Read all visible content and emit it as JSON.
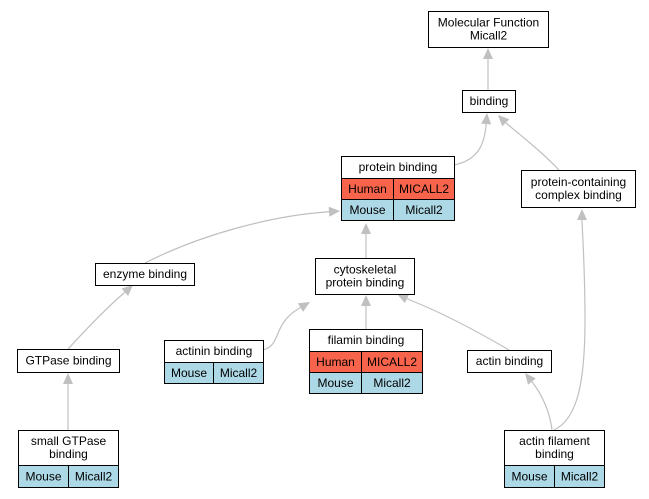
{
  "colors": {
    "human_cell": "#f8634b",
    "mouse_cell": "#add8e6",
    "edge": "#c0c0c0",
    "border": "#000000"
  },
  "nodes": [
    {
      "id": "molecular-function",
      "lines": [
        "Molecular Function",
        "Micall2"
      ],
      "rows": []
    },
    {
      "id": "binding",
      "lines": [
        "binding"
      ],
      "rows": []
    },
    {
      "id": "protein-binding",
      "lines": [
        "protein binding"
      ],
      "rows": [
        [
          "Human",
          "MICALL2"
        ],
        [
          "Mouse",
          "Micall2"
        ]
      ]
    },
    {
      "id": "protein-containing-complex-binding",
      "lines": [
        "protein-containing",
        "complex binding"
      ],
      "rows": []
    },
    {
      "id": "enzyme-binding",
      "lines": [
        "enzyme binding"
      ],
      "rows": []
    },
    {
      "id": "cytoskeletal-protein-binding",
      "lines": [
        "cytoskeletal",
        "protein binding"
      ],
      "rows": []
    },
    {
      "id": "gtpase-binding",
      "lines": [
        "GTPase binding"
      ],
      "rows": []
    },
    {
      "id": "actinin-binding",
      "lines": [
        "actinin binding"
      ],
      "rows": [
        [
          "Mouse",
          "Micall2"
        ]
      ]
    },
    {
      "id": "filamin-binding",
      "lines": [
        "filamin binding"
      ],
      "rows": [
        [
          "Human",
          "MICALL2"
        ],
        [
          "Mouse",
          "Micall2"
        ]
      ]
    },
    {
      "id": "actin-binding",
      "lines": [
        "actin binding"
      ],
      "rows": []
    },
    {
      "id": "small-gtpase-binding",
      "lines": [
        "small GTPase",
        "binding"
      ],
      "rows": [
        [
          "Mouse",
          "Micall2"
        ]
      ]
    },
    {
      "id": "actin-filament-binding",
      "lines": [
        "actin filament",
        "binding"
      ],
      "rows": [
        [
          "Mouse",
          "Micall2"
        ]
      ]
    }
  ],
  "edges": [
    {
      "from": "binding",
      "to": "molecular-function"
    },
    {
      "from": "protein-binding",
      "to": "binding"
    },
    {
      "from": "protein-containing-complex-binding",
      "to": "binding"
    },
    {
      "from": "enzyme-binding",
      "to": "protein-binding"
    },
    {
      "from": "cytoskeletal-protein-binding",
      "to": "protein-binding"
    },
    {
      "from": "gtpase-binding",
      "to": "enzyme-binding"
    },
    {
      "from": "actinin-binding",
      "to": "cytoskeletal-protein-binding"
    },
    {
      "from": "filamin-binding",
      "to": "cytoskeletal-protein-binding"
    },
    {
      "from": "actin-binding",
      "to": "cytoskeletal-protein-binding"
    },
    {
      "from": "small-gtpase-binding",
      "to": "gtpase-binding"
    },
    {
      "from": "actin-filament-binding",
      "to": "actin-binding"
    },
    {
      "from": "actin-filament-binding",
      "to": "protein-containing-complex-binding"
    }
  ]
}
